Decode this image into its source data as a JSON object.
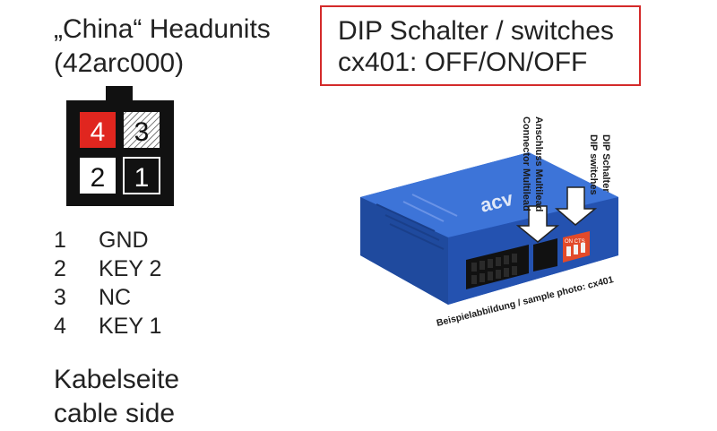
{
  "left": {
    "title_line1": "„China“ Headunits",
    "title_line2": "(42arc000)",
    "connector": {
      "cells": [
        {
          "label": "4",
          "style": "red"
        },
        {
          "label": "3",
          "style": "hatched"
        },
        {
          "label": "2",
          "style": "white"
        },
        {
          "label": "1",
          "style": "black"
        }
      ]
    },
    "pins": [
      {
        "num": "1",
        "name": "GND"
      },
      {
        "num": "2",
        "name": "KEY 2"
      },
      {
        "num": "3",
        "name": "NC"
      },
      {
        "num": "4",
        "name": "KEY 1"
      }
    ],
    "side_line1": "Kabelseite",
    "side_line2": "cable side"
  },
  "right": {
    "dip_line1": "DIP Schalter / switches",
    "dip_line2": "cx401: OFF/ON/OFF",
    "label_connector_de": "Anschluss Multilead",
    "label_connector_en": "Connector Multilead",
    "label_dip_de": "DIP Schalter",
    "label_dip_en": "DIP switches",
    "photo_caption": "Beispielabbildung / sample photo: cx401",
    "brand": "acv",
    "dip_marking": "ON CTS"
  },
  "colors": {
    "accent_red": "#d42a2a",
    "device_blue": "#2e5fc4",
    "connector_black": "#111111"
  }
}
